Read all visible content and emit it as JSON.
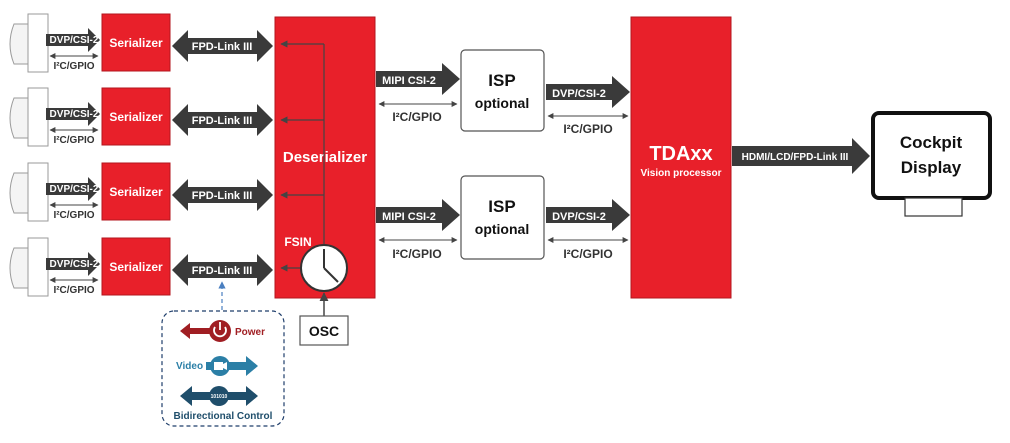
{
  "camera_labels": {
    "interface": "DVP/CSI-2",
    "control": "I²C/GPIO"
  },
  "serializer_label": "Serializer",
  "fpd_link_label": "FPD-Link III",
  "deserializer_label": "Deserializer",
  "fsin_label": "FSIN",
  "osc_label": "OSC",
  "mipi_label": "MIPI CSI-2",
  "i2c_gpio_label": "I²C/GPIO",
  "isp": {
    "title": "ISP",
    "subtitle": "optional"
  },
  "dvp_csi_label": "DVP/CSI-2",
  "tda": {
    "title": "TDAxx",
    "subtitle": "Vision processor"
  },
  "display_link_label": "HDMI/LCD/FPD-Link III",
  "display": {
    "line1": "Cockpit",
    "line2": "Display"
  },
  "legend": {
    "power": "Power",
    "video": "Video",
    "control": "Bidirectional Control",
    "control_icon_text": "101010",
    "colors": {
      "power": "#a01e23",
      "video": "#2b7fa6",
      "control": "#1f4e6b"
    }
  }
}
